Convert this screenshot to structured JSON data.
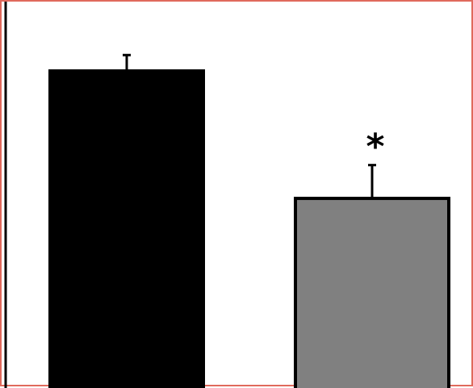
{
  "chart_data": {
    "type": "bar",
    "title": "",
    "xlabel": "",
    "ylabel": "",
    "categories": [
      "",
      ""
    ],
    "values": [
      100,
      59.8
    ],
    "errors": [
      5,
      10.5
    ],
    "bar_colors": [
      "#000000",
      "#808080"
    ],
    "annotations": [
      "",
      "*"
    ],
    "ylim": [
      0,
      110
    ],
    "grid": false,
    "legend": "none"
  },
  "colors": {
    "frame_border": "#e06a5c",
    "axis": "#000000",
    "background": "#ffffff"
  }
}
